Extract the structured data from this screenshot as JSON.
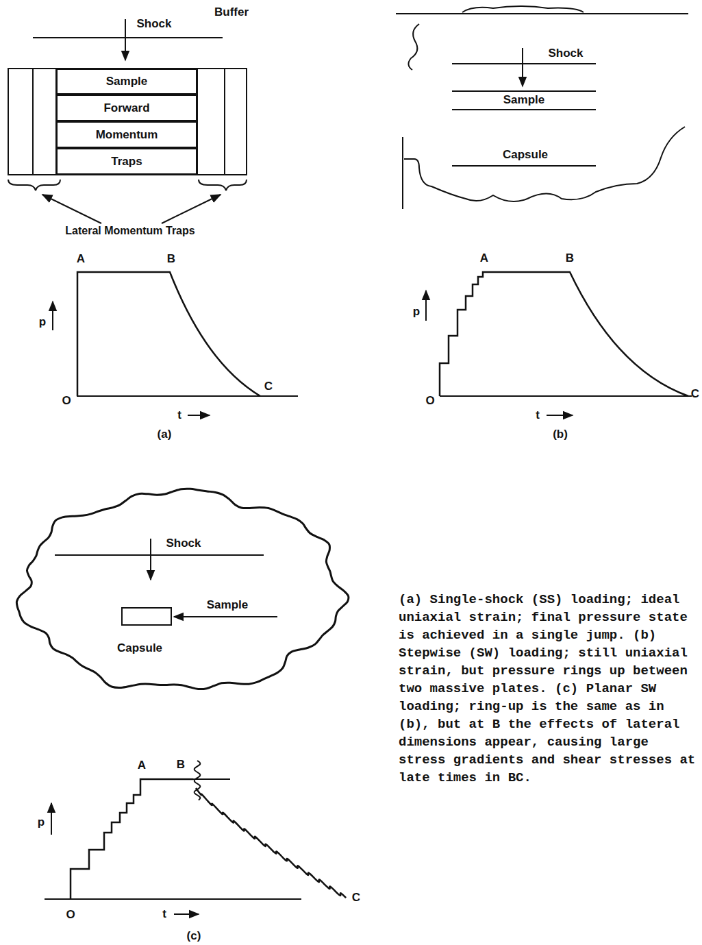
{
  "diagram": {
    "caption": "(a) Single-shock (SS) loading; ideal uniaxial strain; final pressure state is achieved in a single jump. (b) Stepwise (SW) loading; still uniaxial strain, but pressure rings up between two massive plates. (c) Planar SW loading; ring-up is the same as in (b), but at B the effects of lateral dimensions appear, causing large stress gradients and shear stresses at late times in BC.",
    "nodes": [
      {
        "text": [
          "Sample"
        ]
      },
      {
        "text": [
          "Forward"
        ]
      },
      {
        "text": [
          "Momentum"
        ]
      },
      {
        "text": [
          "Traps"
        ]
      }
    ],
    "labels": [
      "Shock",
      "Buffer",
      "Lateral Momentum Traps",
      "A",
      "B",
      "O",
      "C",
      "p",
      "t",
      "(a)",
      "Shock",
      "Sample",
      "Capsule",
      "A",
      "B",
      "p",
      "O",
      "C",
      "t",
      "(b)",
      "Shock",
      "Sample",
      "Capsule",
      "A",
      "B",
      "p",
      "O",
      "t",
      "C",
      "(c)"
    ]
  }
}
